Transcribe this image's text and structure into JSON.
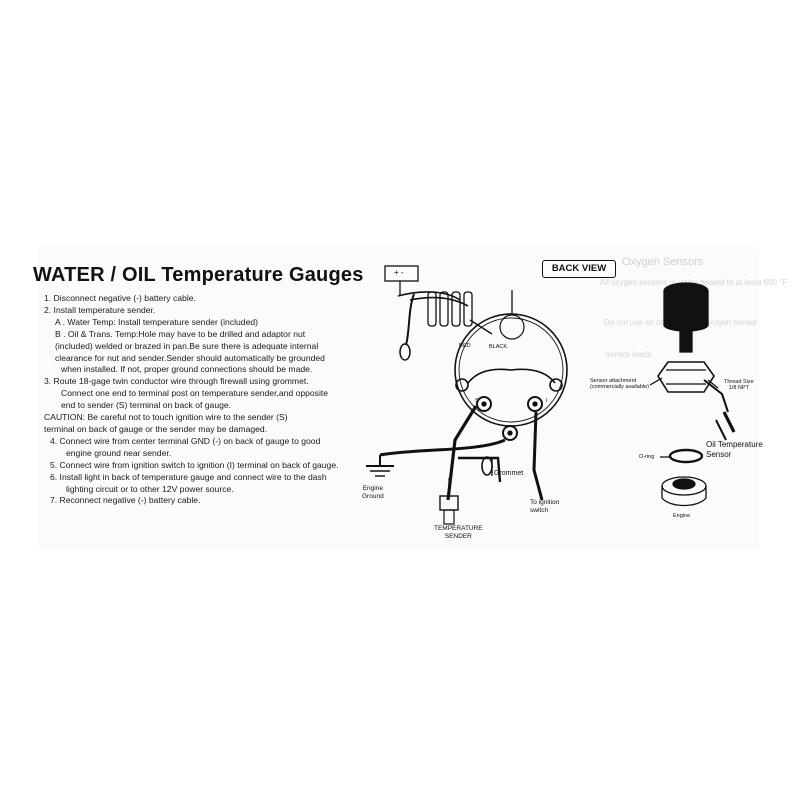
{
  "document": {
    "title": "WATER / OIL Temperature Gauges",
    "steps": [
      "1. Disconnect negative (-) battery cable.",
      "2. Install temperature sender.",
      "A . Water Temp: Install temperature sender (included)",
      "B . Oil & Trans. Temp:Hole may have to be drilled and adaptor nut",
      "(included) welded or brazed in pan.Be sure there is adequate internal",
      "clearance for nut and sender.Sender should automatically be grounded",
      "when installed. If not, proper ground connections should be made.",
      "3. Route 18-gage twin conductor wire through firewall using grommet.",
      "Connect one end to terminal post on temperature sender,and opposite",
      "end to sender (S) terminal on back of gauge.",
      "CAUTION: Be careful not to touch ignition wire to the sender (S)",
      "terminal on back of gauge or the sender may be damaged.",
      "4. Connect wire from center terminal GND (-) on back of gauge to good",
      "engine ground near sender.",
      "5. Connect wire from ignition switch to ignition (I) terminal on back of gauge.",
      "6. Install light in back of temperature gauge and connect wire to the dash",
      "lighting circuit or to other 12V power source.",
      "7. Reconnect negative (-) battery cable."
    ]
  },
  "wiring_diagram": {
    "back_view_label": "BACK VIEW",
    "battery_terminals": "+  -",
    "red_label": "RED",
    "black_label": "BLACK",
    "terminal_s": "S",
    "terminal_i": "I",
    "engine_ground_label": "Engine\nGround",
    "grommet_label": "Grommet",
    "temperature_sender_label": "TEMPERATURE\nSENDER",
    "ignition_switch_label": "To ignition\nswitch"
  },
  "oil_sensor_diagram": {
    "sensor_attachment_label": "Sensor attachment\n(commercially available)",
    "thread_size_label": "Thread Size\n1/8 NPT",
    "oil_temperature_sensor_label": "Oil Temperature\nSensor",
    "o_ring_label": "O-ring",
    "engine_label": "Engine"
  },
  "show_through": {
    "heading": "Oxygen Sensors",
    "line_1": "All oxygen sensors must be heated to at least 600 °F",
    "line_2": "Do not use an ohm meter to oxygen sensor",
    "line_3": "sensor leads"
  },
  "colors": {
    "ink": "#111111",
    "paper": "#fbfbfb",
    "show_through": "#d4d4d4"
  }
}
